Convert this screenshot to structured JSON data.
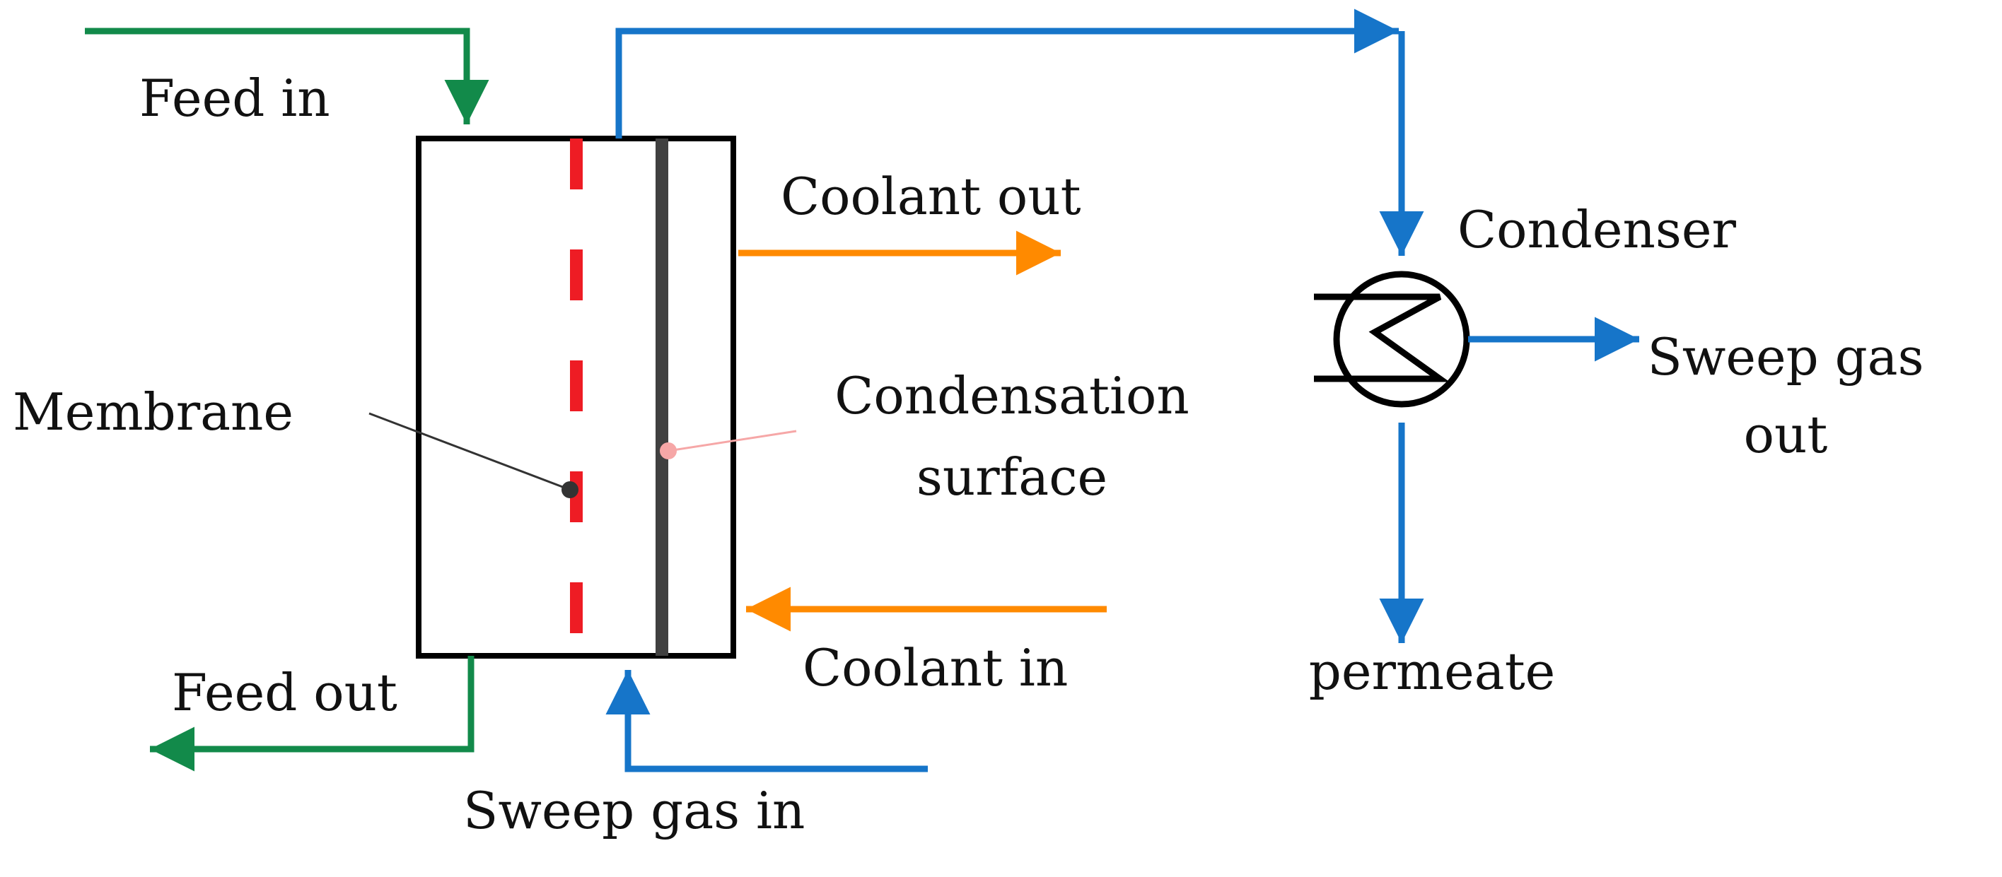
{
  "labels": {
    "feed_in": "Feed in",
    "feed_out": "Feed out",
    "coolant_out": "Coolant out",
    "coolant_in": "Coolant in",
    "membrane": "Membrane",
    "condensation_line1": "Condensation",
    "condensation_line2": "surface",
    "sweep_gas_in": "Sweep gas in",
    "condenser": "Condenser",
    "sweep_gas_out_line1": "Sweep gas",
    "sweep_gas_out_line2": "out",
    "permeate": "permeate"
  },
  "colors": {
    "feed": "#128a4a",
    "coolant": "#ff8a00",
    "sweep": "#1675c9",
    "membrane": "#ee1c24",
    "condensation_surface": "#404040",
    "membrane_leader": "#333333",
    "condensation_leader": "#f6a7a7",
    "module_outline": "#000000"
  }
}
